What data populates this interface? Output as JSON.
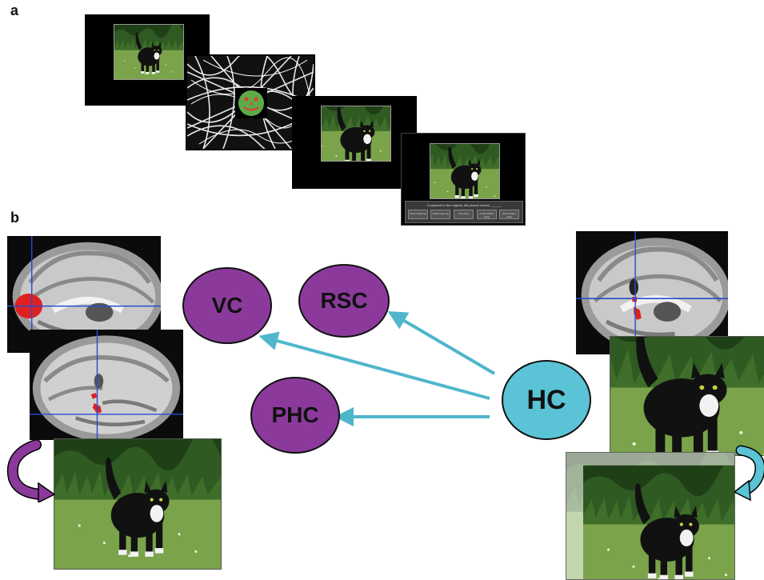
{
  "panel_a": {
    "letter": "a",
    "rating_prompt": "Compared to the original, this picture seems ______",
    "rating_options": [
      "Much closer-up",
      "A little closer-up",
      "The same",
      "A little farther away",
      "Much farther away"
    ]
  },
  "panel_b": {
    "letter": "b",
    "nodes": {
      "vc": "VC",
      "rsc": "RSC",
      "phc": "PHC",
      "hc": "HC"
    }
  },
  "colors": {
    "cortex_node": "#8b3a9b",
    "hc_node": "#5bc3d6",
    "arrow": "#4fb6cc",
    "activation": "#e02020",
    "crosshair": "#2a4bd0"
  }
}
